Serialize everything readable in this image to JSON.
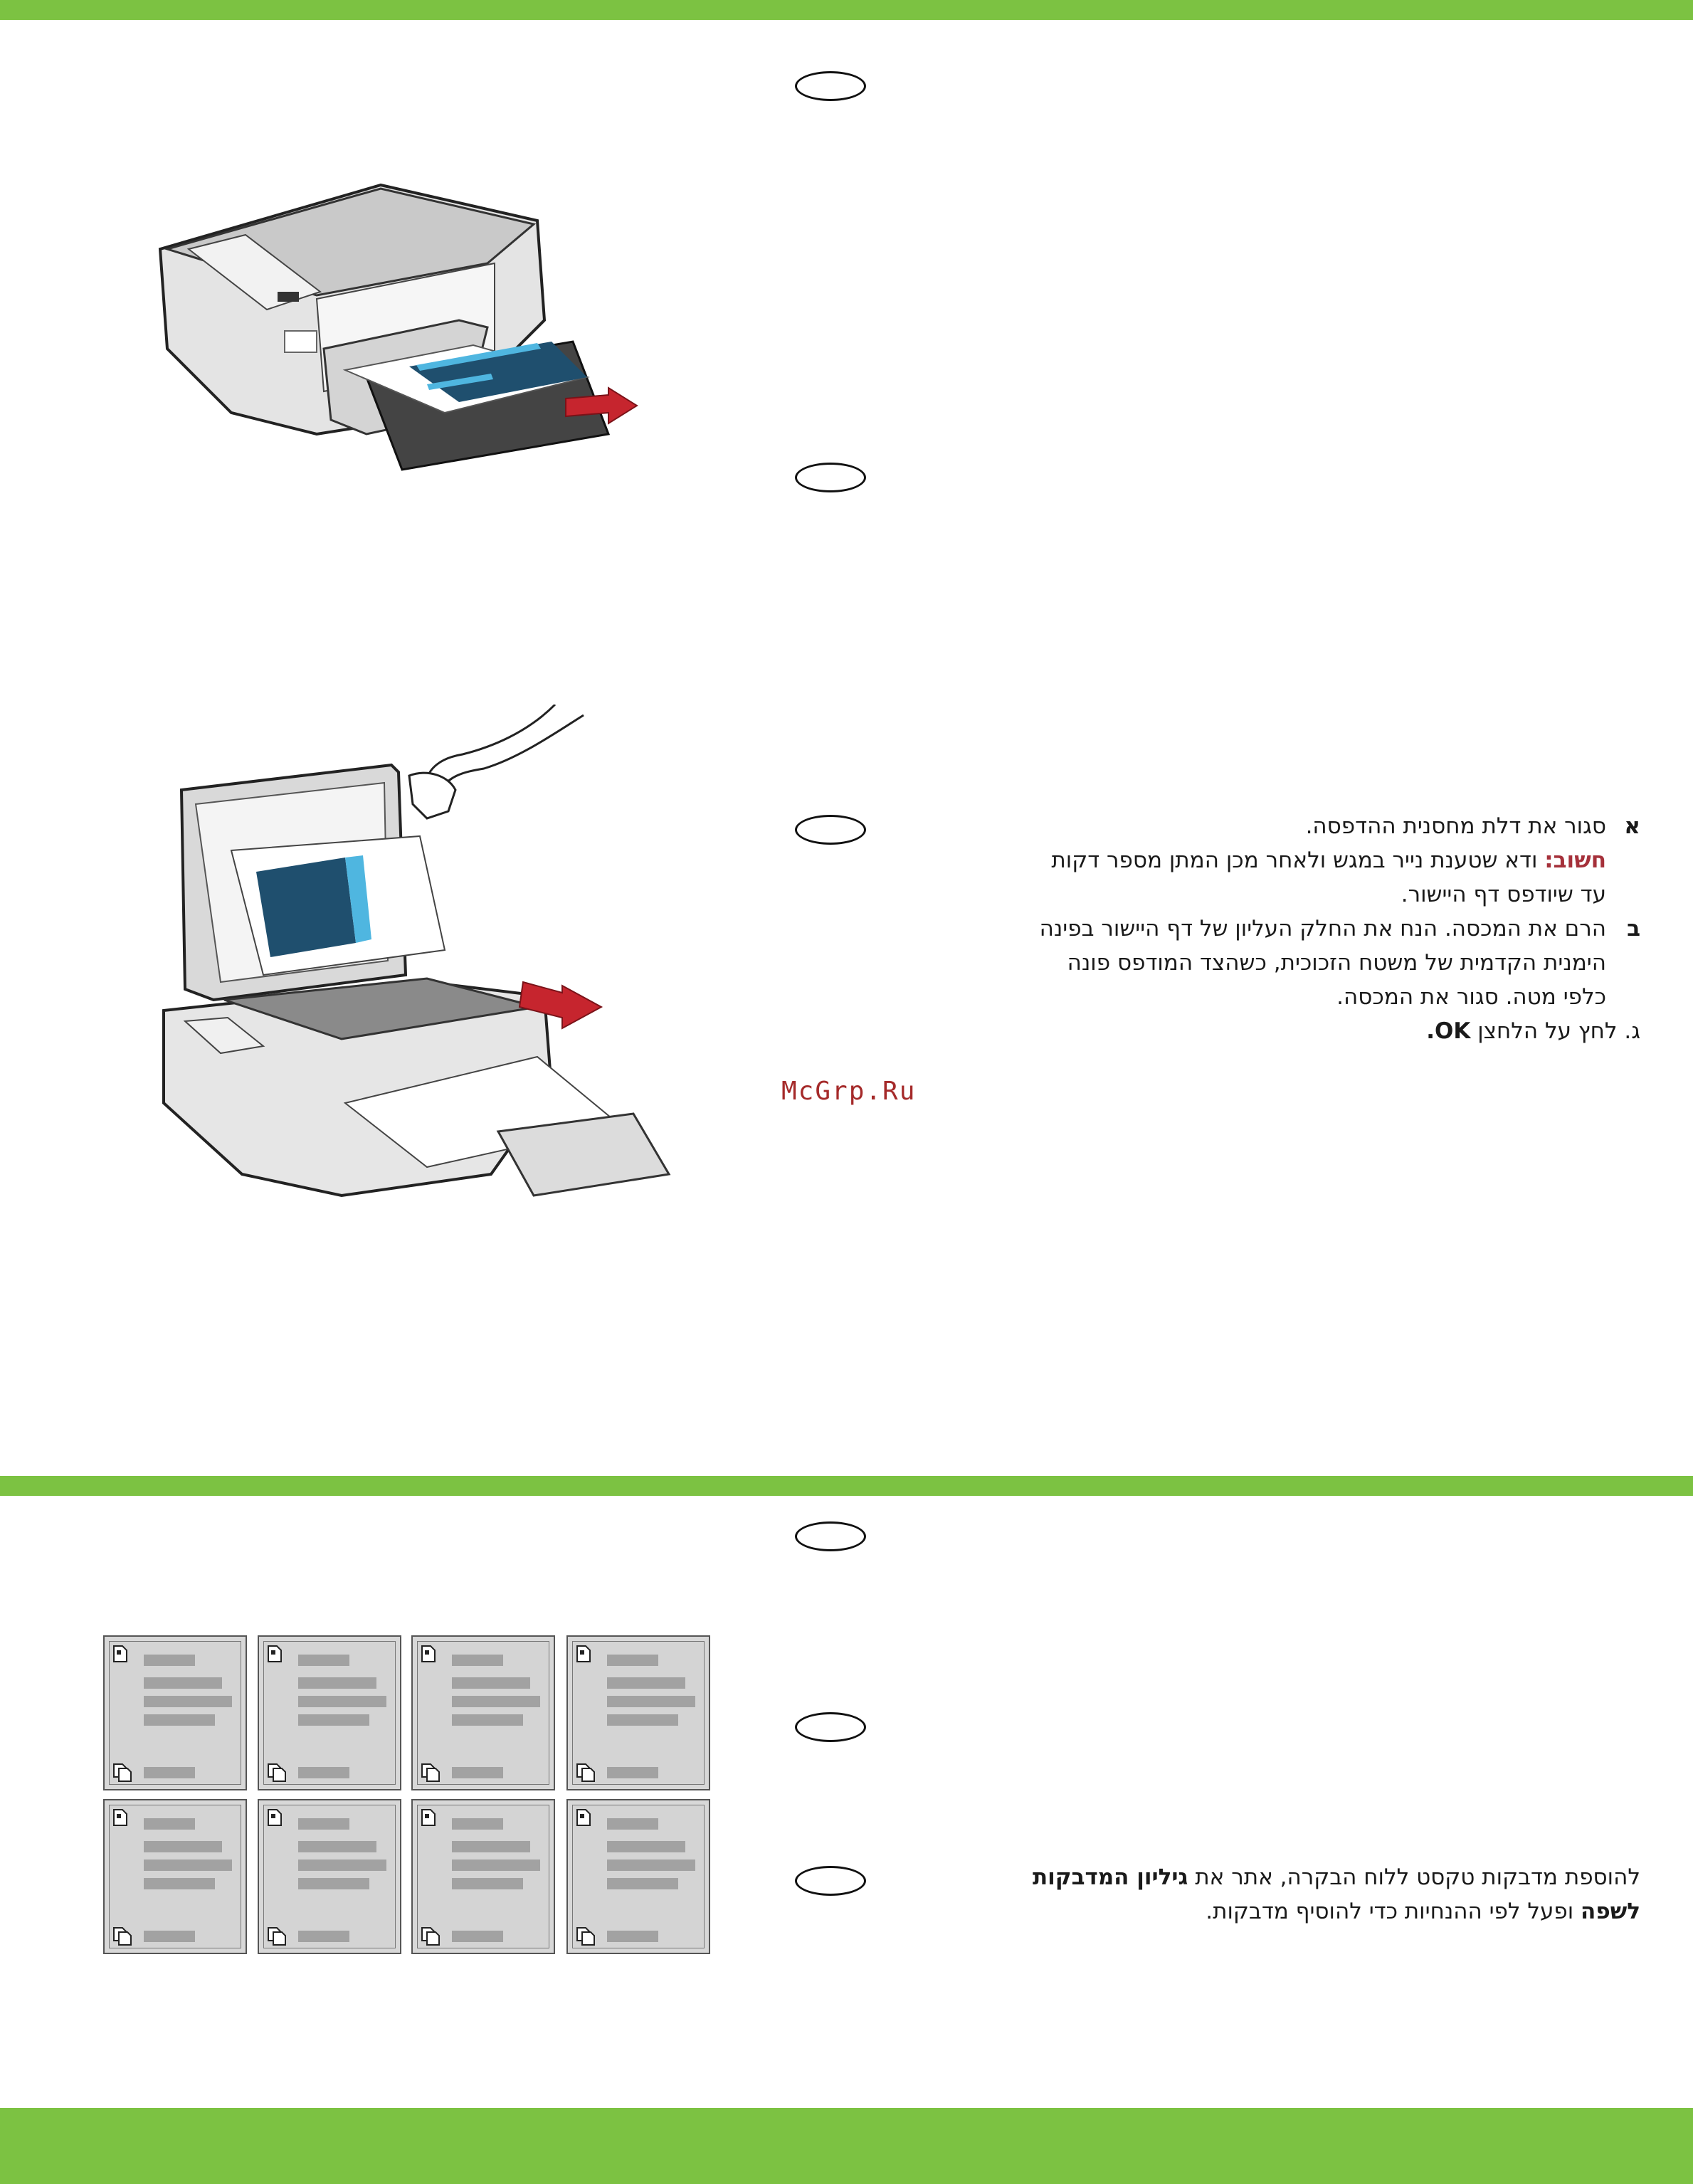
{
  "colors": {
    "accent_green": "#7cc242",
    "important_red": "#a5303a"
  },
  "watermark": "McGrp.Ru",
  "section1": {
    "step_a": {
      "marker": "א",
      "text": "סגור את דלת מחסנית ההדפסה."
    },
    "important": {
      "label": "חשוב:",
      "line1": "ודא שטענת נייר במגש ולאחר מכן המתן מספר דקות",
      "line2": "עד שיודפס דף היישור."
    },
    "step_b": {
      "marker": "ב",
      "line1": "הרם את המכסה. הנח את החלק העליון של דף היישור בפינה",
      "line2": "הימנית הקדמית של משטח הזכוכית, כשהצד המודפס פונה",
      "line3": "כלפי מטה. סגור את המכסה."
    },
    "step_c": {
      "prefix": "ג. לחץ על הלחצן",
      "button": "OK",
      "suffix": "."
    }
  },
  "section2": {
    "line1_pre": "להוספת מדבקות טקסט ללוח הבקרה, אתר את",
    "sheet_name_1": "גיליון המדבקות",
    "sheet_name_2": "לשפה",
    "line2_post": "ופעל לפי ההנחיות כדי להוסיף מדבקות."
  }
}
